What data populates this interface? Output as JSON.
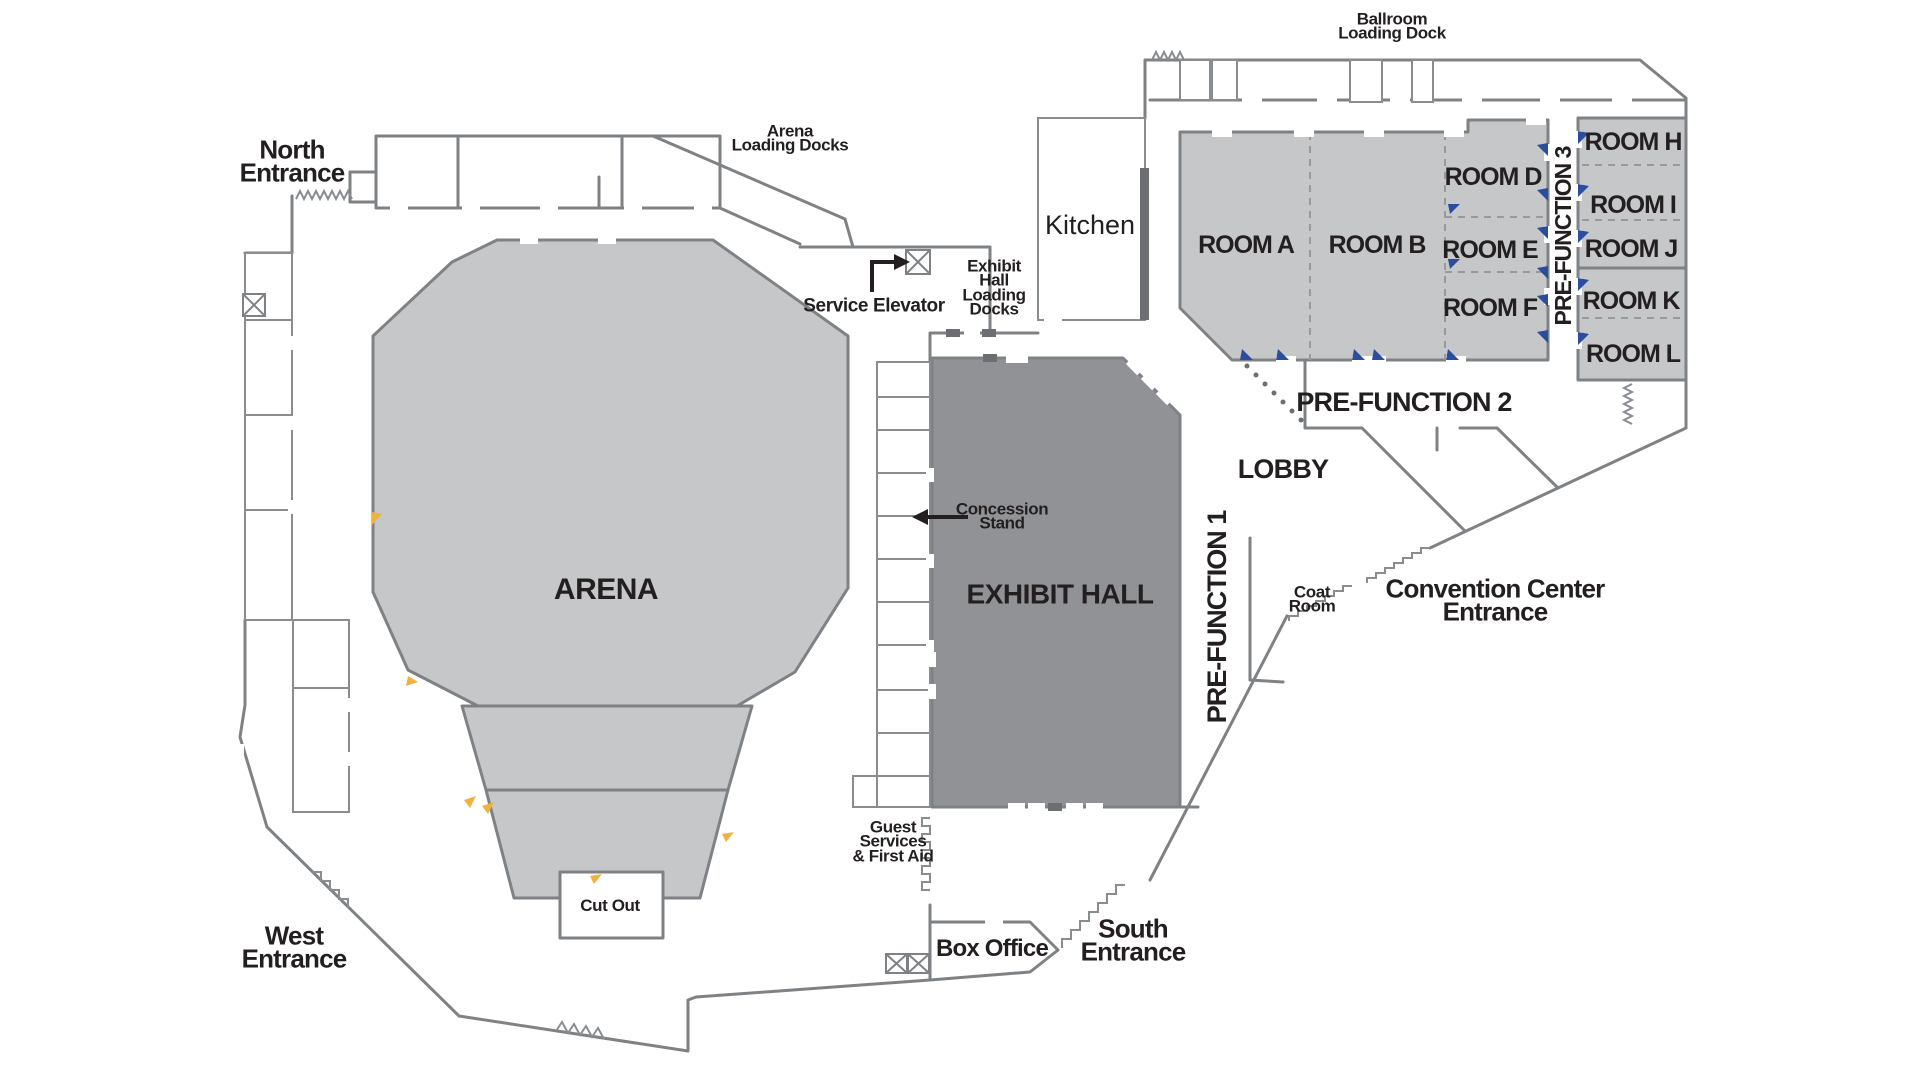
{
  "plan": {
    "entrances": {
      "north": "North\nEntrance",
      "west": "West\nEntrance",
      "south": "South\nEntrance",
      "convention_center": "Convention Center\nEntrance"
    },
    "main_areas": {
      "arena": "ARENA",
      "exhibit_hall": "EXHIBIT HALL",
      "lobby": "LOBBY",
      "kitchen": "Kitchen",
      "box_office": "Box Office",
      "coat_room": "Coat\nRoom",
      "cut_out": "Cut Out",
      "pre_function_1": "PRE-FUNCTION 1",
      "pre_function_2": "PRE-FUNCTION 2",
      "pre_function_3": "PRE-FUNCTION 3"
    },
    "meeting_rooms": [
      "ROOM A",
      "ROOM B",
      "ROOM D",
      "ROOM E",
      "ROOM F",
      "ROOM H",
      "ROOM I",
      "ROOM J",
      "ROOM K",
      "ROOM L"
    ],
    "facilities": {
      "arena_loading_docks": "Arena\nLoading Docks",
      "ballroom_loading_dock": "Ballroom\nLoading Dock",
      "exhibit_hall_loading_docks": "Exhibit\nHall\nLoading\nDocks",
      "service_elevator": "Service Elevator",
      "concession_stand": "Concession\nStand",
      "guest_services": "Guest\nServices\n& First Aid"
    },
    "colors": {
      "room_fill": "#c6c7c9",
      "exhibit_hall_fill": "#909295",
      "wall": "#7f8285",
      "door_blue": "#2a4d9e",
      "door_yellow": "#f0b23e",
      "text": "#231f20"
    }
  }
}
